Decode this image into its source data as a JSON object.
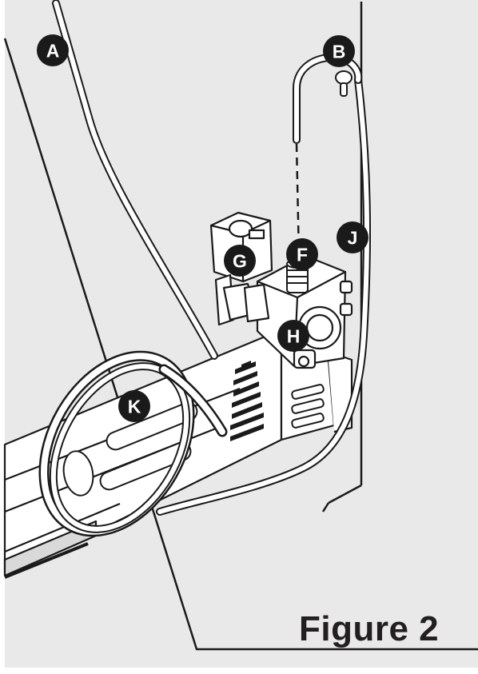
{
  "figure": {
    "caption": "Figure 2"
  },
  "colors": {
    "background": "#e9e9ea",
    "line": "#1a1a1a",
    "fill": "#ffffff",
    "callout": "#1a1a1a"
  },
  "callouts": [
    {
      "id": "A",
      "label": "A"
    },
    {
      "id": "B",
      "label": "B"
    },
    {
      "id": "F",
      "label": "F"
    },
    {
      "id": "G",
      "label": "G"
    },
    {
      "id": "H",
      "label": "H"
    },
    {
      "id": "J",
      "label": "J"
    },
    {
      "id": "K",
      "label": "K"
    }
  ]
}
